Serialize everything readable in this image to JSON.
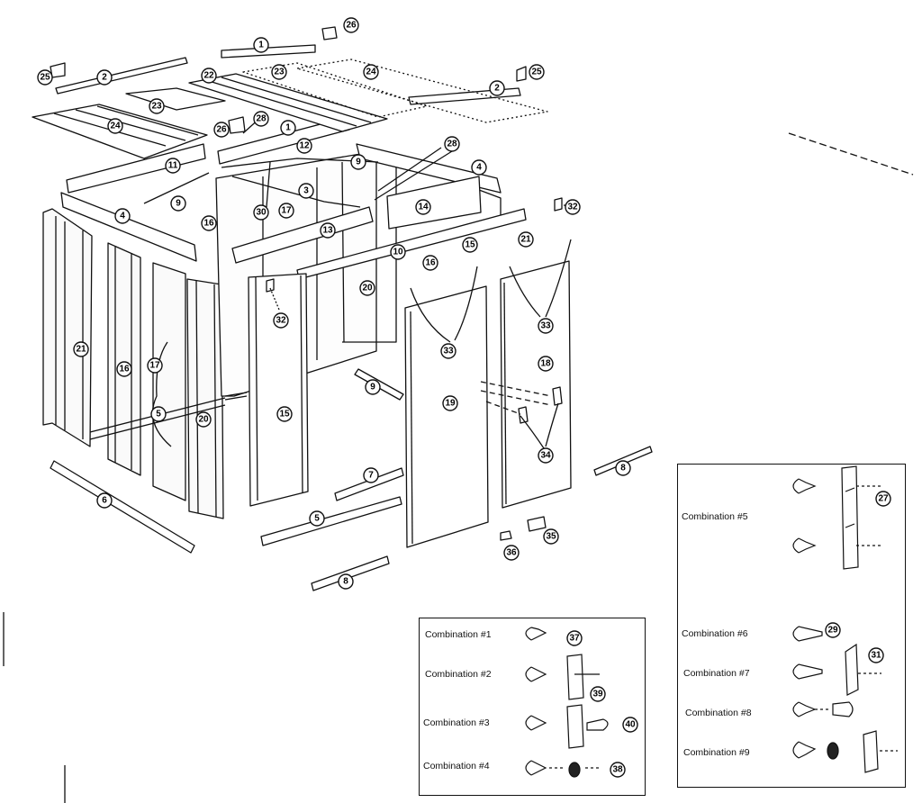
{
  "part_numbers": [
    "1",
    "1",
    "2",
    "2",
    "3",
    "4",
    "4",
    "5",
    "5",
    "6",
    "7",
    "8",
    "8",
    "9",
    "9",
    "9",
    "10",
    "11",
    "12",
    "13",
    "14",
    "15",
    "15",
    "16",
    "16",
    "16",
    "17",
    "17",
    "18",
    "19",
    "20",
    "20",
    "21",
    "21",
    "22",
    "23",
    "23",
    "24",
    "24",
    "25",
    "25",
    "26",
    "26",
    "28",
    "28",
    "30",
    "32",
    "32",
    "33",
    "33",
    "34",
    "35",
    "36"
  ],
  "combinations_a": [
    {
      "label": "Combination #1",
      "parts": [
        "37"
      ]
    },
    {
      "label": "Combination #2",
      "parts": [
        "39"
      ]
    },
    {
      "label": "Combination #3",
      "parts": [
        "40"
      ]
    },
    {
      "label": "Combination #4",
      "parts": [
        "38"
      ]
    }
  ],
  "combinations_b": [
    {
      "label": "Combination #5",
      "parts": [
        "27"
      ]
    },
    {
      "label": "Combination #6",
      "parts": [
        "29"
      ]
    },
    {
      "label": "Combination #7",
      "parts": [
        "31"
      ]
    },
    {
      "label": "Combination #8",
      "parts": []
    },
    {
      "label": "Combination #9",
      "parts": []
    }
  ]
}
